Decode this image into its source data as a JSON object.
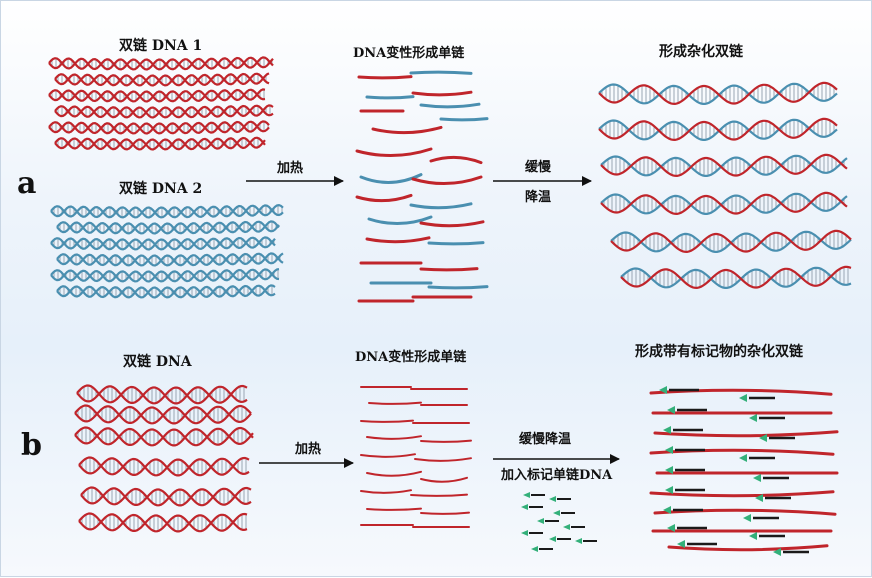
{
  "panel_a": {
    "letter": "a",
    "dna1_label": "双链 DNA  1",
    "dna2_label": "双链 DNA  2",
    "heat_label": "加热",
    "denature_label": "DNA变性形成单链",
    "cool_label_1": "缓慢",
    "cool_label_2": "降温",
    "hybrid_label": "形成杂化双链"
  },
  "panel_b": {
    "letter": "b",
    "dna_label": "双链  DNA",
    "heat_label": "加热",
    "denature_label": "DNA变性形成单链",
    "cool_label": "缓慢降温",
    "probe_label": "加入标记单链DNA",
    "result_label": "形成带有标记物的杂化双链"
  },
  "colors": {
    "dna1_strand": "#c0252b",
    "dna2_strand": "#4a8fb0",
    "rung": "#9aa7b3",
    "probe_strand": "#1a1a1a",
    "probe_marker": "#33b07a",
    "arrow": "#111111"
  }
}
